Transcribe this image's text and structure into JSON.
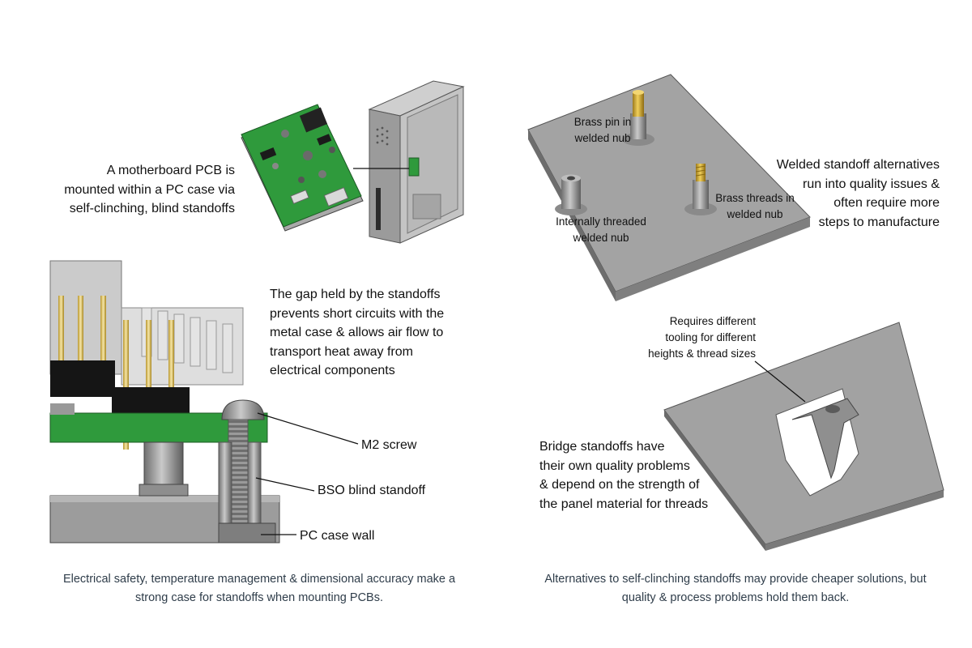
{
  "left": {
    "mount_label": [
      "A motherboard PCB is",
      "mounted within a PC case via",
      "self-clinching, blind standoffs"
    ],
    "gap_label": [
      "The gap held by the standoffs",
      "prevents short circuits with the",
      "metal case & allows air flow to",
      "transport heat away from",
      "electrical components"
    ],
    "m2_screw": "M2 screw",
    "bso_standoff": "BSO blind standoff",
    "case_wall": "PC case wall",
    "caption": [
      "Electrical safety, temperature management & dimensional accuracy make a",
      "strong case for standoffs when mounting PCBs."
    ]
  },
  "right": {
    "brass_pin": [
      "Brass pin in",
      "welded nub"
    ],
    "internal_thread": [
      "Internally threaded",
      "welded nub"
    ],
    "brass_threads": [
      "Brass threads in",
      "welded nub"
    ],
    "welded_note": [
      "Welded standoff alternatives",
      "run into quality issues &",
      "often require more",
      "steps to manufacture"
    ],
    "tooling_note": [
      "Requires different",
      "tooling for different",
      "heights & thread sizes"
    ],
    "bridge_note": [
      "Bridge standoffs have",
      "their own quality problems",
      "& depend on the strength of",
      "the panel material for threads"
    ],
    "caption": [
      "Alternatives to self-clinching standoffs may provide cheaper solutions, but",
      "quality & process problems hold them back."
    ]
  }
}
